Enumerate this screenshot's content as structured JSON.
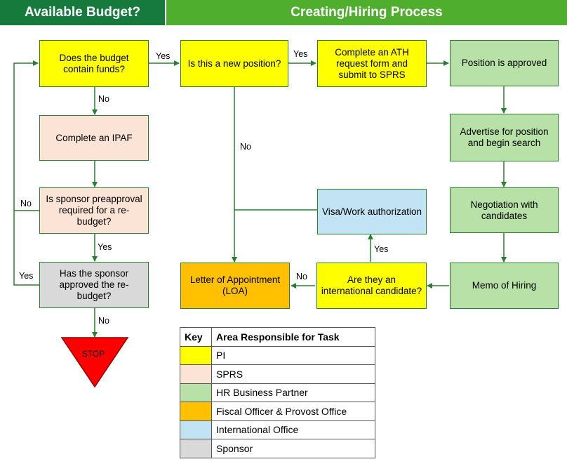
{
  "header": {
    "left_title": "Available Budget?",
    "right_title": "Creating/Hiring  Process"
  },
  "nodes": {
    "budget_funds": "Does the budget contain funds?",
    "new_position": "Is this a new position?",
    "ath": "Complete an ATH request form and submit to SPRS",
    "approved": "Position is approved",
    "ipaf": "Complete an IPAF",
    "advertise": "Advertise for position and begin search",
    "preapproval": "Is sponsor preapproval required for a re-budget?",
    "visa": "Visa/Work authorization",
    "negotiation": "Negotiation with candidates",
    "sponsor_approved": "Has the sponsor approved the re-budget?",
    "loa": "Letter of Appointment (LOA)",
    "international": "Are they an international candidate?",
    "memo": "Memo of Hiring",
    "stop": "STOP"
  },
  "edge_labels": {
    "yes1": "Yes",
    "yes2": "Yes",
    "no_budget": "No",
    "no_new_position": "No",
    "no_preapproval": "No",
    "yes_preapproval": "Yes",
    "yes_sponsor": "Yes",
    "no_sponsor": "No",
    "no_international": "No",
    "yes_international": "Yes"
  },
  "key": {
    "header_key": "Key",
    "header_area": "Area Responsible for Task",
    "rows": [
      {
        "label": "PI",
        "color": "#ffff00"
      },
      {
        "label": "SPRS",
        "color": "#fbe3d6"
      },
      {
        "label": "HR Business Partner",
        "color": "#b7e1a6"
      },
      {
        "label": "Fiscal Officer & Provost Office",
        "color": "#ffc000"
      },
      {
        "label": "International  Office",
        "color": "#c1e3f3"
      },
      {
        "label": "Sponsor",
        "color": "#d9d9d9"
      }
    ]
  },
  "colors": {
    "header_dark_green": "#167a3c",
    "header_light_green": "#4fae2e",
    "connector_green": "#2a7d32",
    "stop_red": "#ff0000"
  }
}
